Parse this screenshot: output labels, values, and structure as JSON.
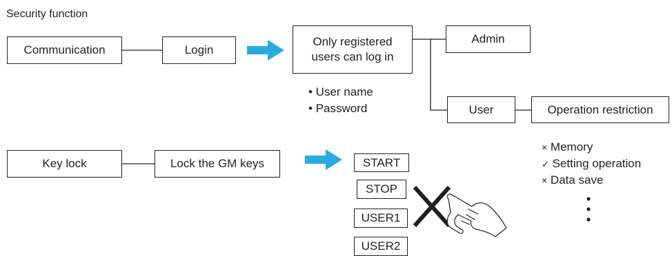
{
  "title": "Security function",
  "top_row": {
    "communication": "Communication",
    "login": "Login",
    "registered": [
      "Only registered",
      "users can log in"
    ],
    "admin": "Admin",
    "user": "User",
    "operation_restriction": "Operation restriction",
    "credentials": [
      "• User name",
      "• Password"
    ]
  },
  "bottom_row": {
    "key_lock": "Key lock",
    "lock_gm_keys": "Lock the GM keys",
    "keys": [
      "START",
      "STOP",
      "USER1",
      "USER2"
    ]
  },
  "restrictions": [
    {
      "mark": "×",
      "label": "Memory"
    },
    {
      "mark": "✓",
      "label": "Setting operation"
    },
    {
      "mark": "×",
      "label": "Data save"
    }
  ],
  "colors": {
    "arrow": "#29abe2",
    "line": "#231f20"
  },
  "icons": [
    "arrow-right-icon",
    "cross-icon",
    "pointing-hand-icon",
    "vertical-dots-icon"
  ]
}
